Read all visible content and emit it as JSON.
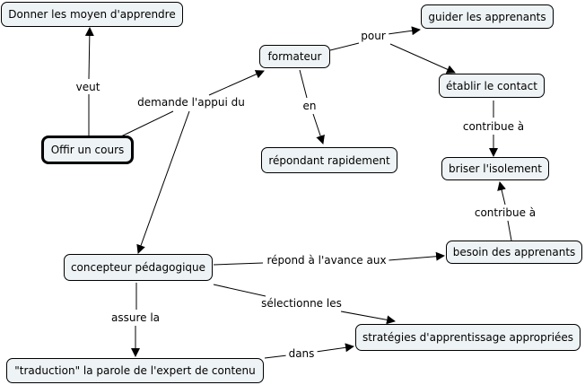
{
  "concepts": {
    "donner": "Donner les moyen d'apprendre",
    "offrir": "Offir un cours",
    "formateur": "formateur",
    "guider": "guider les apprenants",
    "etablir": "établir le contact",
    "repondant": "répondant rapidement",
    "briser": "briser l'isolement",
    "besoin": "besoin des apprenants",
    "concepteur": "concepteur pédagogique",
    "strategies": "stratégies d'apprentissage appropriées",
    "traduction": "\"traduction\" la parole de l'expert de contenu"
  },
  "links": {
    "veut": "veut",
    "demande": "demande l'appui du",
    "pour": "pour",
    "en": "en",
    "contribue1": "contribue à",
    "contribue2": "contribue à",
    "repond": "répond à l'avance aux",
    "selectionne": "sélectionne les",
    "assure": "assure la",
    "dans": "dans"
  }
}
